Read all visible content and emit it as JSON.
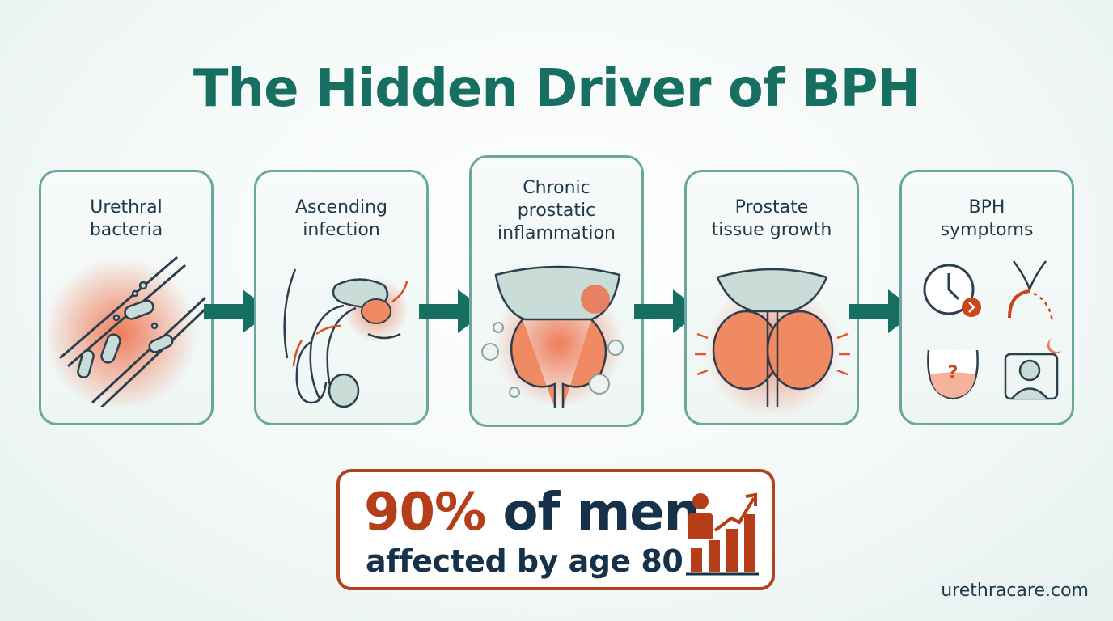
{
  "title": "The Hidden Driver of BPH",
  "steps": [
    {
      "label": "Urethral\nbacteria",
      "icon": "urethra-bacteria-icon"
    },
    {
      "label": "Ascending\ninfection",
      "icon": "reproductive-tract-icon"
    },
    {
      "label": "Chronic\nprostatic\ninflammation",
      "icon": "inflamed-prostate-icon"
    },
    {
      "label": "Prostate\ntissue growth",
      "icon": "enlarged-prostate-icon"
    },
    {
      "label": "BPH\nsymptoms",
      "icon": "symptoms-icon"
    }
  ],
  "stat": {
    "percent": "90%",
    "line1_rest": " of men",
    "line2": "affected by age 80",
    "icon": "rising-chart-person-icon"
  },
  "website": "urethracare.com",
  "colors": {
    "title": "#176f62",
    "card_border": "#6aa89d",
    "arrow": "#176f62",
    "accent_red": "#b53d18",
    "text_dark": "#16314a"
  }
}
